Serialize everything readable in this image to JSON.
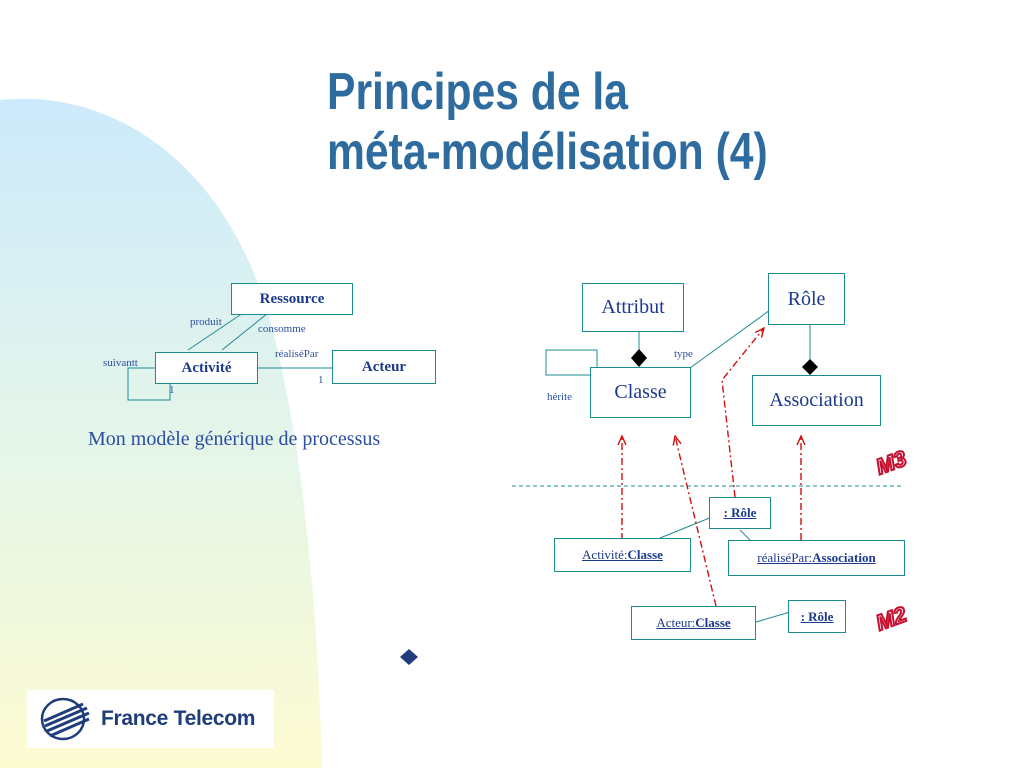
{
  "title": {
    "line1": "Principes de la",
    "line2": "méta-modélisation (4)"
  },
  "left_model": {
    "boxes": {
      "ressource": "Ressource",
      "activite": "Activité",
      "acteur": "Acteur"
    },
    "labels": {
      "produit": "produit",
      "consomme": "consomme",
      "realisepar": "réaliséPar",
      "suivantt": "suivantt",
      "mult_acteur": "1",
      "mult_activite": "1"
    },
    "caption": "Mon modèle générique de processus"
  },
  "m3": {
    "boxes": {
      "attribut": "Attribut",
      "role": "Rôle",
      "classe": "Classe",
      "association": "Association"
    },
    "labels": {
      "type": "type",
      "herite": "hérite"
    },
    "level_label": "M3"
  },
  "m2": {
    "boxes": {
      "role_instance_1": ": Rôle",
      "activite_prefix": "Activité:",
      "activite_type": "Classe",
      "realisepar_prefix": "réaliséPar:",
      "realisepar_type": "Association",
      "acteur_prefix": "Acteur: ",
      "acteur_type": "Classe",
      "role_instance_2": ": Rôle"
    },
    "level_label": "M2"
  },
  "logo": {
    "text": "France Telecom"
  },
  "colors": {
    "title": "#2e6b9e",
    "box_border": "#1c8c91",
    "box_text": "#1b3a8c",
    "dependency_arrow": "#d01010",
    "level_label_stroke": "#c8102e",
    "background_gradient_top": "#cdeafc",
    "background_gradient_bottom": "#fdfbd2"
  }
}
